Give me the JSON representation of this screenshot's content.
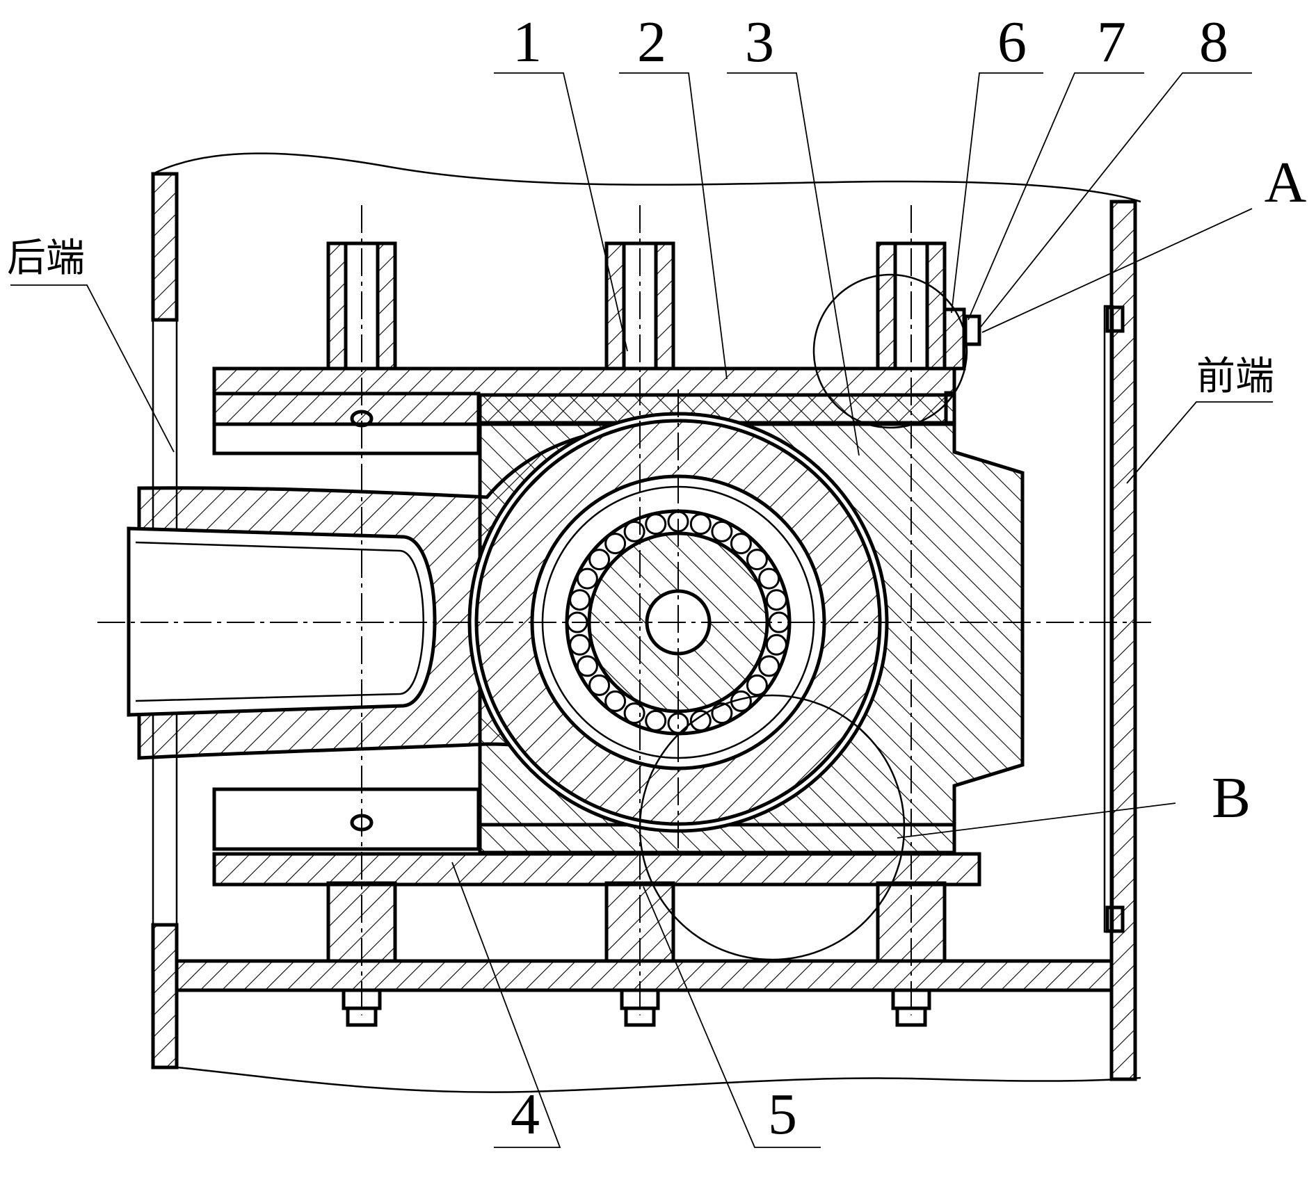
{
  "part_numbers": [
    "1",
    "2",
    "3",
    "6",
    "7",
    "8",
    "4",
    "5"
  ],
  "detail_labels": [
    "A",
    "B"
  ],
  "end_labels": {
    "rear": "后端",
    "front": "前端"
  }
}
